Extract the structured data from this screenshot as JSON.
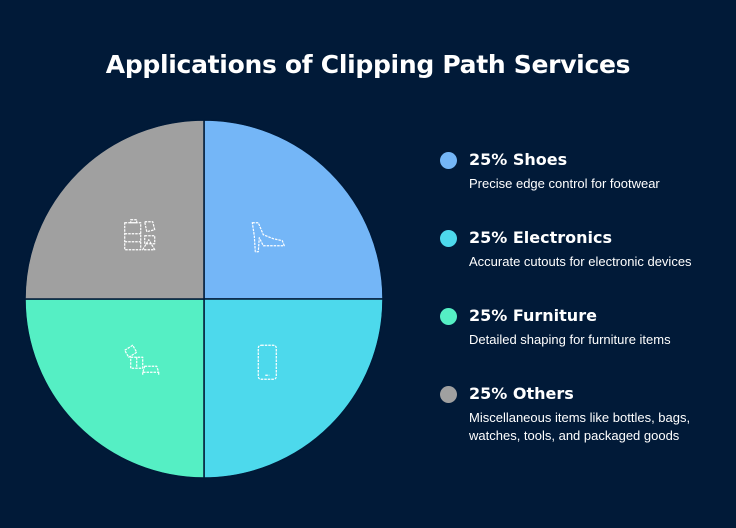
{
  "title": "Applications of Clipping Path Services",
  "chart_data": {
    "type": "pie",
    "title": "Applications of Clipping Path Services",
    "slices": [
      {
        "label": "25% Shoes",
        "value": 25,
        "color": "#74b6f7",
        "icon": "high-heel-shoe-icon",
        "description": "Precise edge control for footwear"
      },
      {
        "label": "25% Electronics",
        "value": 25,
        "color": "#4dd9ec",
        "icon": "smartphone-icon",
        "description": "Accurate cutouts for electronic devices"
      },
      {
        "label": "25% Furniture",
        "value": 25,
        "color": "#55efc4",
        "icon": "sofa-icon",
        "description": "Detailed shaping for furniture items"
      },
      {
        "label": "25% Others",
        "value": 25,
        "color": "#a0a0a0",
        "icon": "assorted-items-icon",
        "description": "Miscellaneous items like bottles, bags, watches, tools, and packaged goods"
      }
    ],
    "legend_position": "right"
  }
}
